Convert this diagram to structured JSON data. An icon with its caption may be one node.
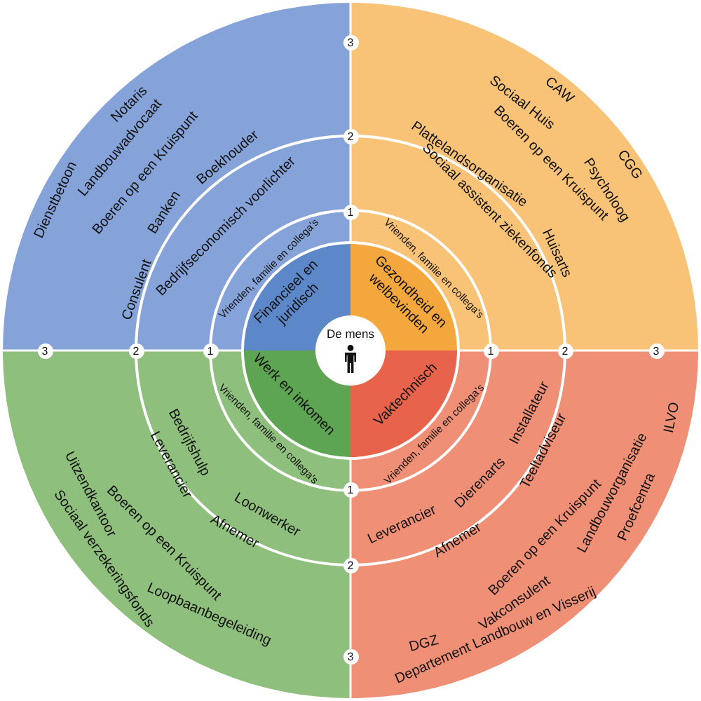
{
  "diagram": {
    "nodes": [
      {
        "text": [
          "De mens"
        ]
      },
      {
        "text": [
          "Financieel en juridisch"
        ]
      },
      {
        "text": [
          "Gezondheid en welbevinden"
        ]
      },
      {
        "text": [
          "Werk en inkomen"
        ]
      },
      {
        "text": [
          "Vaktechnisch"
        ]
      }
    ],
    "labels": [
      "3",
      "2",
      "1",
      "3",
      "2",
      "1",
      "1",
      "2",
      "3",
      "1",
      "2",
      "3",
      "Notaris",
      "Landbouwadvocaat",
      "Boeren op een Kruispunt",
      "Dienstbetoon",
      "Boekhouder",
      "Banken",
      "Bedrijfseconomisch voorlichter",
      "Consulent",
      "Vrienden, familie en collega's",
      "CAW",
      "Sociaal Huis",
      "Boeren op een Kruispunt",
      "CGG",
      "Psycholoog",
      "Plattelandsorganisatie",
      "Sociaal assistent ziekenfonds",
      "Huisarts",
      "Vrienden, familie en collega's",
      "Vrienden, familie en collega's",
      "Bedrijfshulp",
      "Leverancier",
      "Loonwerker",
      "Afnemer",
      "Uitzendkantoor",
      "Boeren op een Kruispunt",
      "Sociaal verzekeringsfonds",
      "Loopbaanbegeleiding",
      "Vrienden, familie en collega's",
      "Installateur",
      "Teeltadviseur",
      "Dierenarts",
      "Leverancier",
      "Afnemer",
      "ILVO",
      "Landbouworganisatie",
      "Proefcentra",
      "Boeren op een Kruispunt",
      "Vakconsulent",
      "DGZ",
      "Departement Landbouw en Visserij"
    ]
  }
}
